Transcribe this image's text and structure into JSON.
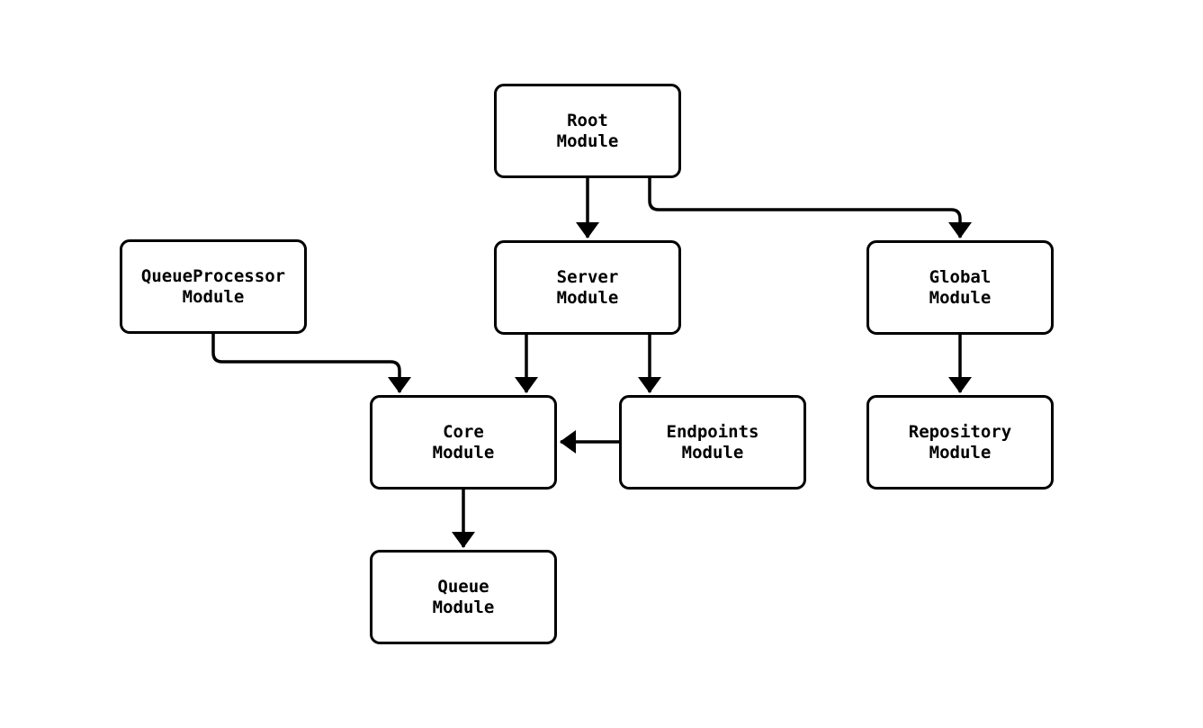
{
  "diagram": {
    "type": "module-dependency-graph",
    "background_color": "#ffffff",
    "node_fill": "#ffffff",
    "node_border_color": "#000000",
    "edge_color": "#000000",
    "nodes": [
      {
        "id": "root",
        "label": "Root\nModule"
      },
      {
        "id": "queueprocessor",
        "label": "QueueProcessor\nModule"
      },
      {
        "id": "server",
        "label": "Server\nModule"
      },
      {
        "id": "global",
        "label": "Global\nModule"
      },
      {
        "id": "core",
        "label": "Core\nModule"
      },
      {
        "id": "endpoints",
        "label": "Endpoints\nModule"
      },
      {
        "id": "repository",
        "label": "Repository\nModule"
      },
      {
        "id": "queue",
        "label": "Queue\nModule"
      }
    ],
    "edges": [
      {
        "from": "root",
        "to": "server"
      },
      {
        "from": "root",
        "to": "global"
      },
      {
        "from": "queueprocessor",
        "to": "core"
      },
      {
        "from": "server",
        "to": "core"
      },
      {
        "from": "server",
        "to": "endpoints"
      },
      {
        "from": "endpoints",
        "to": "core"
      },
      {
        "from": "core",
        "to": "queue"
      },
      {
        "from": "global",
        "to": "repository"
      }
    ]
  }
}
